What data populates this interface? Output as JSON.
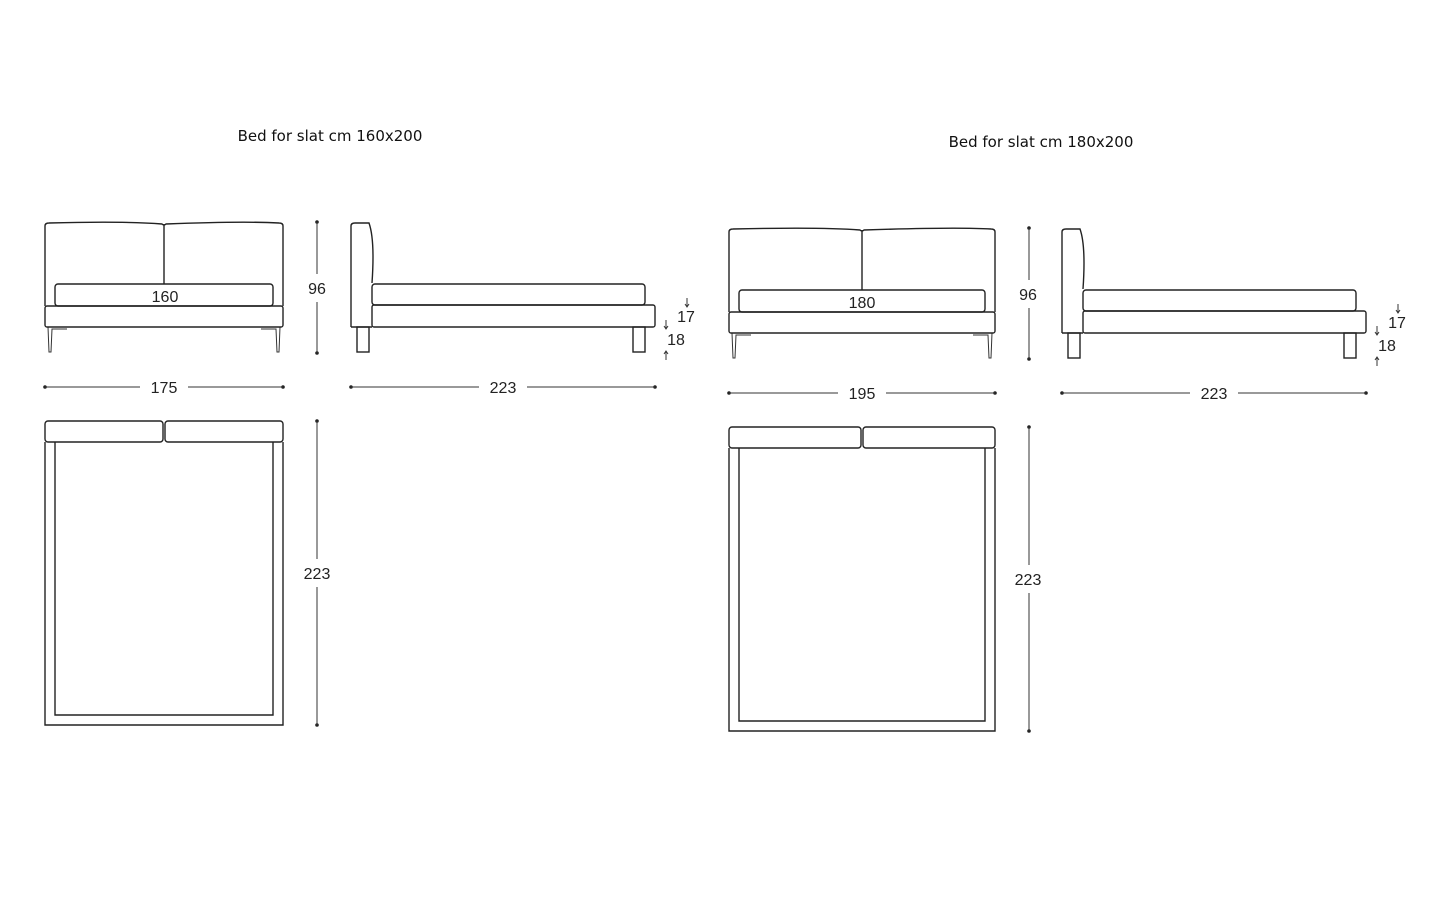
{
  "beds": [
    {
      "title": "Bed for slat cm 160x200",
      "front": {
        "inner_width": "160",
        "height": "96",
        "width": "175"
      },
      "side": {
        "length": "223",
        "base_height": "17",
        "leg_height": "18"
      },
      "top": {
        "length": "223"
      }
    },
    {
      "title": "Bed for slat cm 180x200",
      "front": {
        "inner_width": "180",
        "height": "96",
        "width": "195"
      },
      "side": {
        "length": "223",
        "base_height": "17",
        "leg_height": "18"
      },
      "top": {
        "length": "223"
      }
    }
  ]
}
